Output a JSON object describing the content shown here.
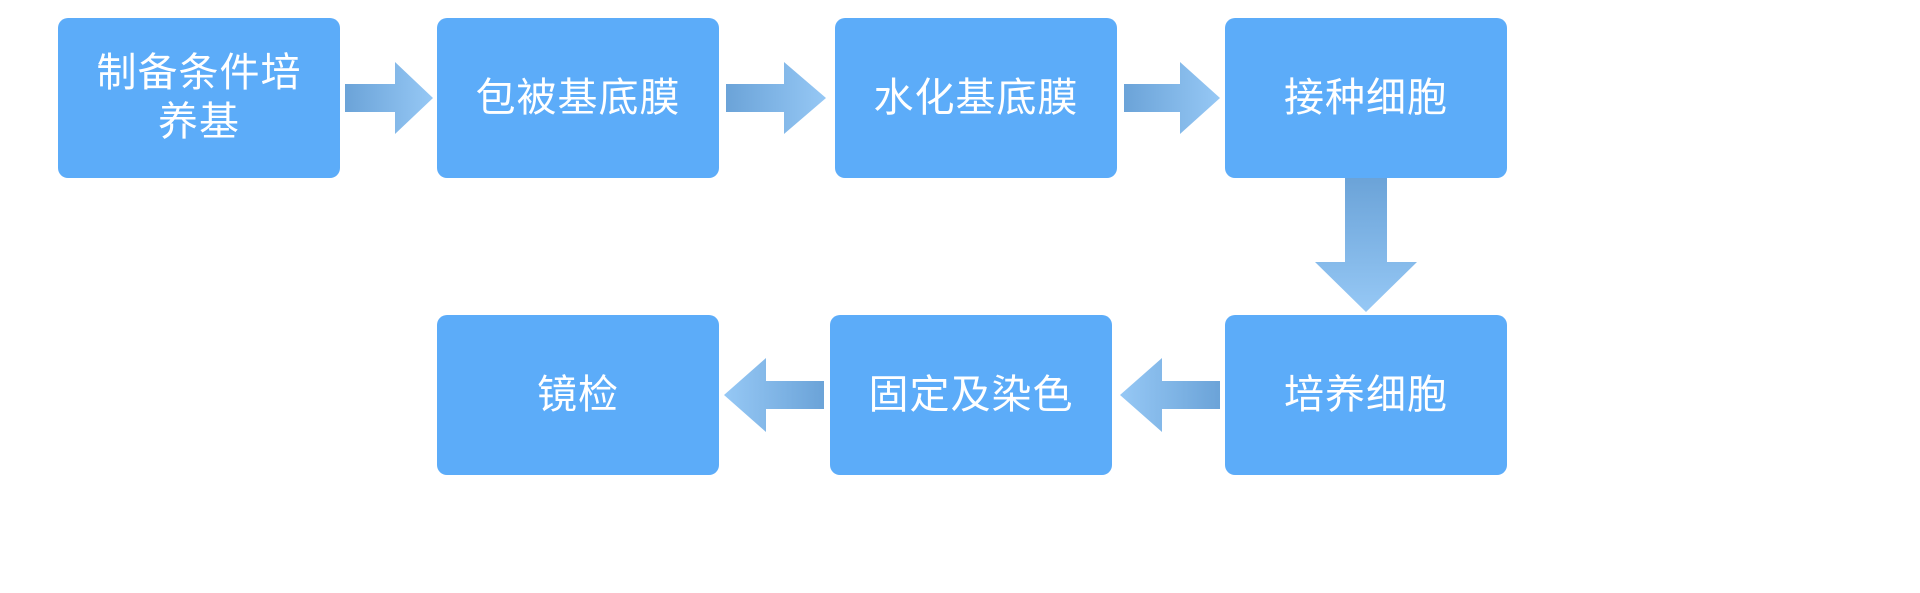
{
  "diagram": {
    "title_visible": false,
    "background_color": "#FFFFFF",
    "node_fill_color": "#5CACF9",
    "node_text_color": "#FFFFFF",
    "arrow_gradient_dark": "#6FA8DC",
    "arrow_gradient_light": "#8FC4F3",
    "nodes": [
      {
        "id": "n1",
        "label": "制备条件培\n养基",
        "row": "top",
        "order": 1
      },
      {
        "id": "n2",
        "label": "包被基底膜",
        "row": "top",
        "order": 2
      },
      {
        "id": "n3",
        "label": "水化基底膜",
        "row": "top",
        "order": 3
      },
      {
        "id": "n4",
        "label": "接种细胞",
        "row": "top",
        "order": 4
      },
      {
        "id": "n5",
        "label": "培养细胞",
        "row": "bottom",
        "order": 5
      },
      {
        "id": "n6",
        "label": "固定及染色",
        "row": "bottom",
        "order": 6
      },
      {
        "id": "n7",
        "label": "镜检",
        "row": "bottom",
        "order": 7
      }
    ],
    "connectors": [
      {
        "id": "a1",
        "from": "n1",
        "to": "n2",
        "direction": "right"
      },
      {
        "id": "a2",
        "from": "n2",
        "to": "n3",
        "direction": "right"
      },
      {
        "id": "a3",
        "from": "n3",
        "to": "n4",
        "direction": "right"
      },
      {
        "id": "a4",
        "from": "n4",
        "to": "n5",
        "direction": "down"
      },
      {
        "id": "a5",
        "from": "n5",
        "to": "n6",
        "direction": "left"
      },
      {
        "id": "a6",
        "from": "n6",
        "to": "n7",
        "direction": "left"
      }
    ]
  }
}
